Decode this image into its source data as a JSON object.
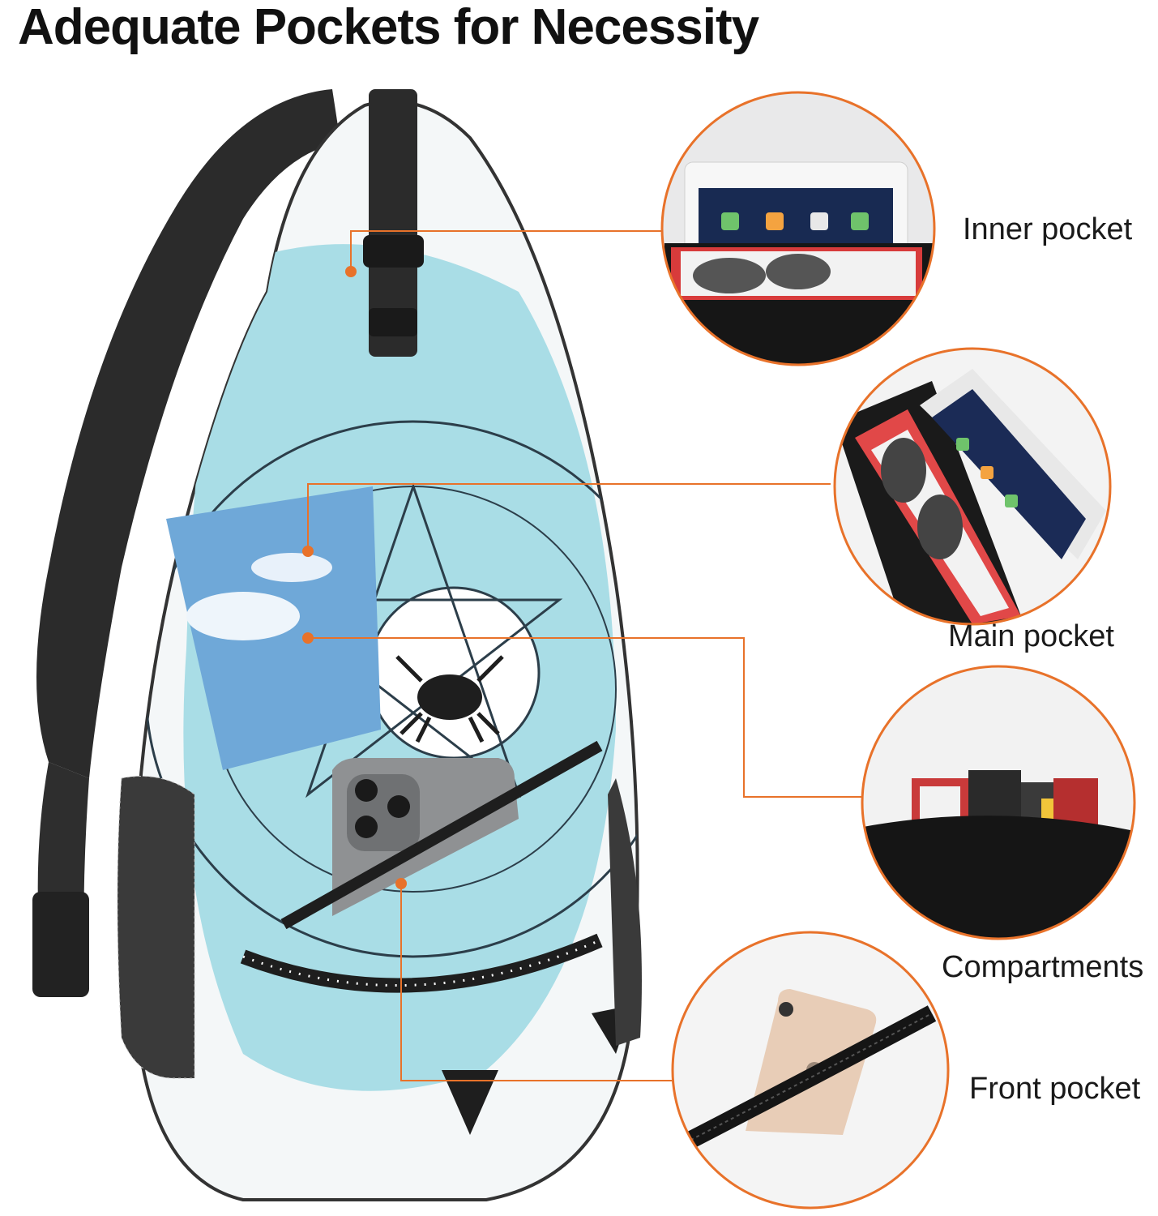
{
  "headline": "Adequate Pockets for Necessity",
  "callouts": [
    {
      "label": "Inner pocket"
    },
    {
      "label": "Main pocket"
    },
    {
      "label": "Compartments"
    },
    {
      "label": "Front pocket"
    }
  ],
  "colors": {
    "accent": "#e8722a",
    "bag_print": "#a9dde6",
    "strap": "#2b2b2b"
  }
}
